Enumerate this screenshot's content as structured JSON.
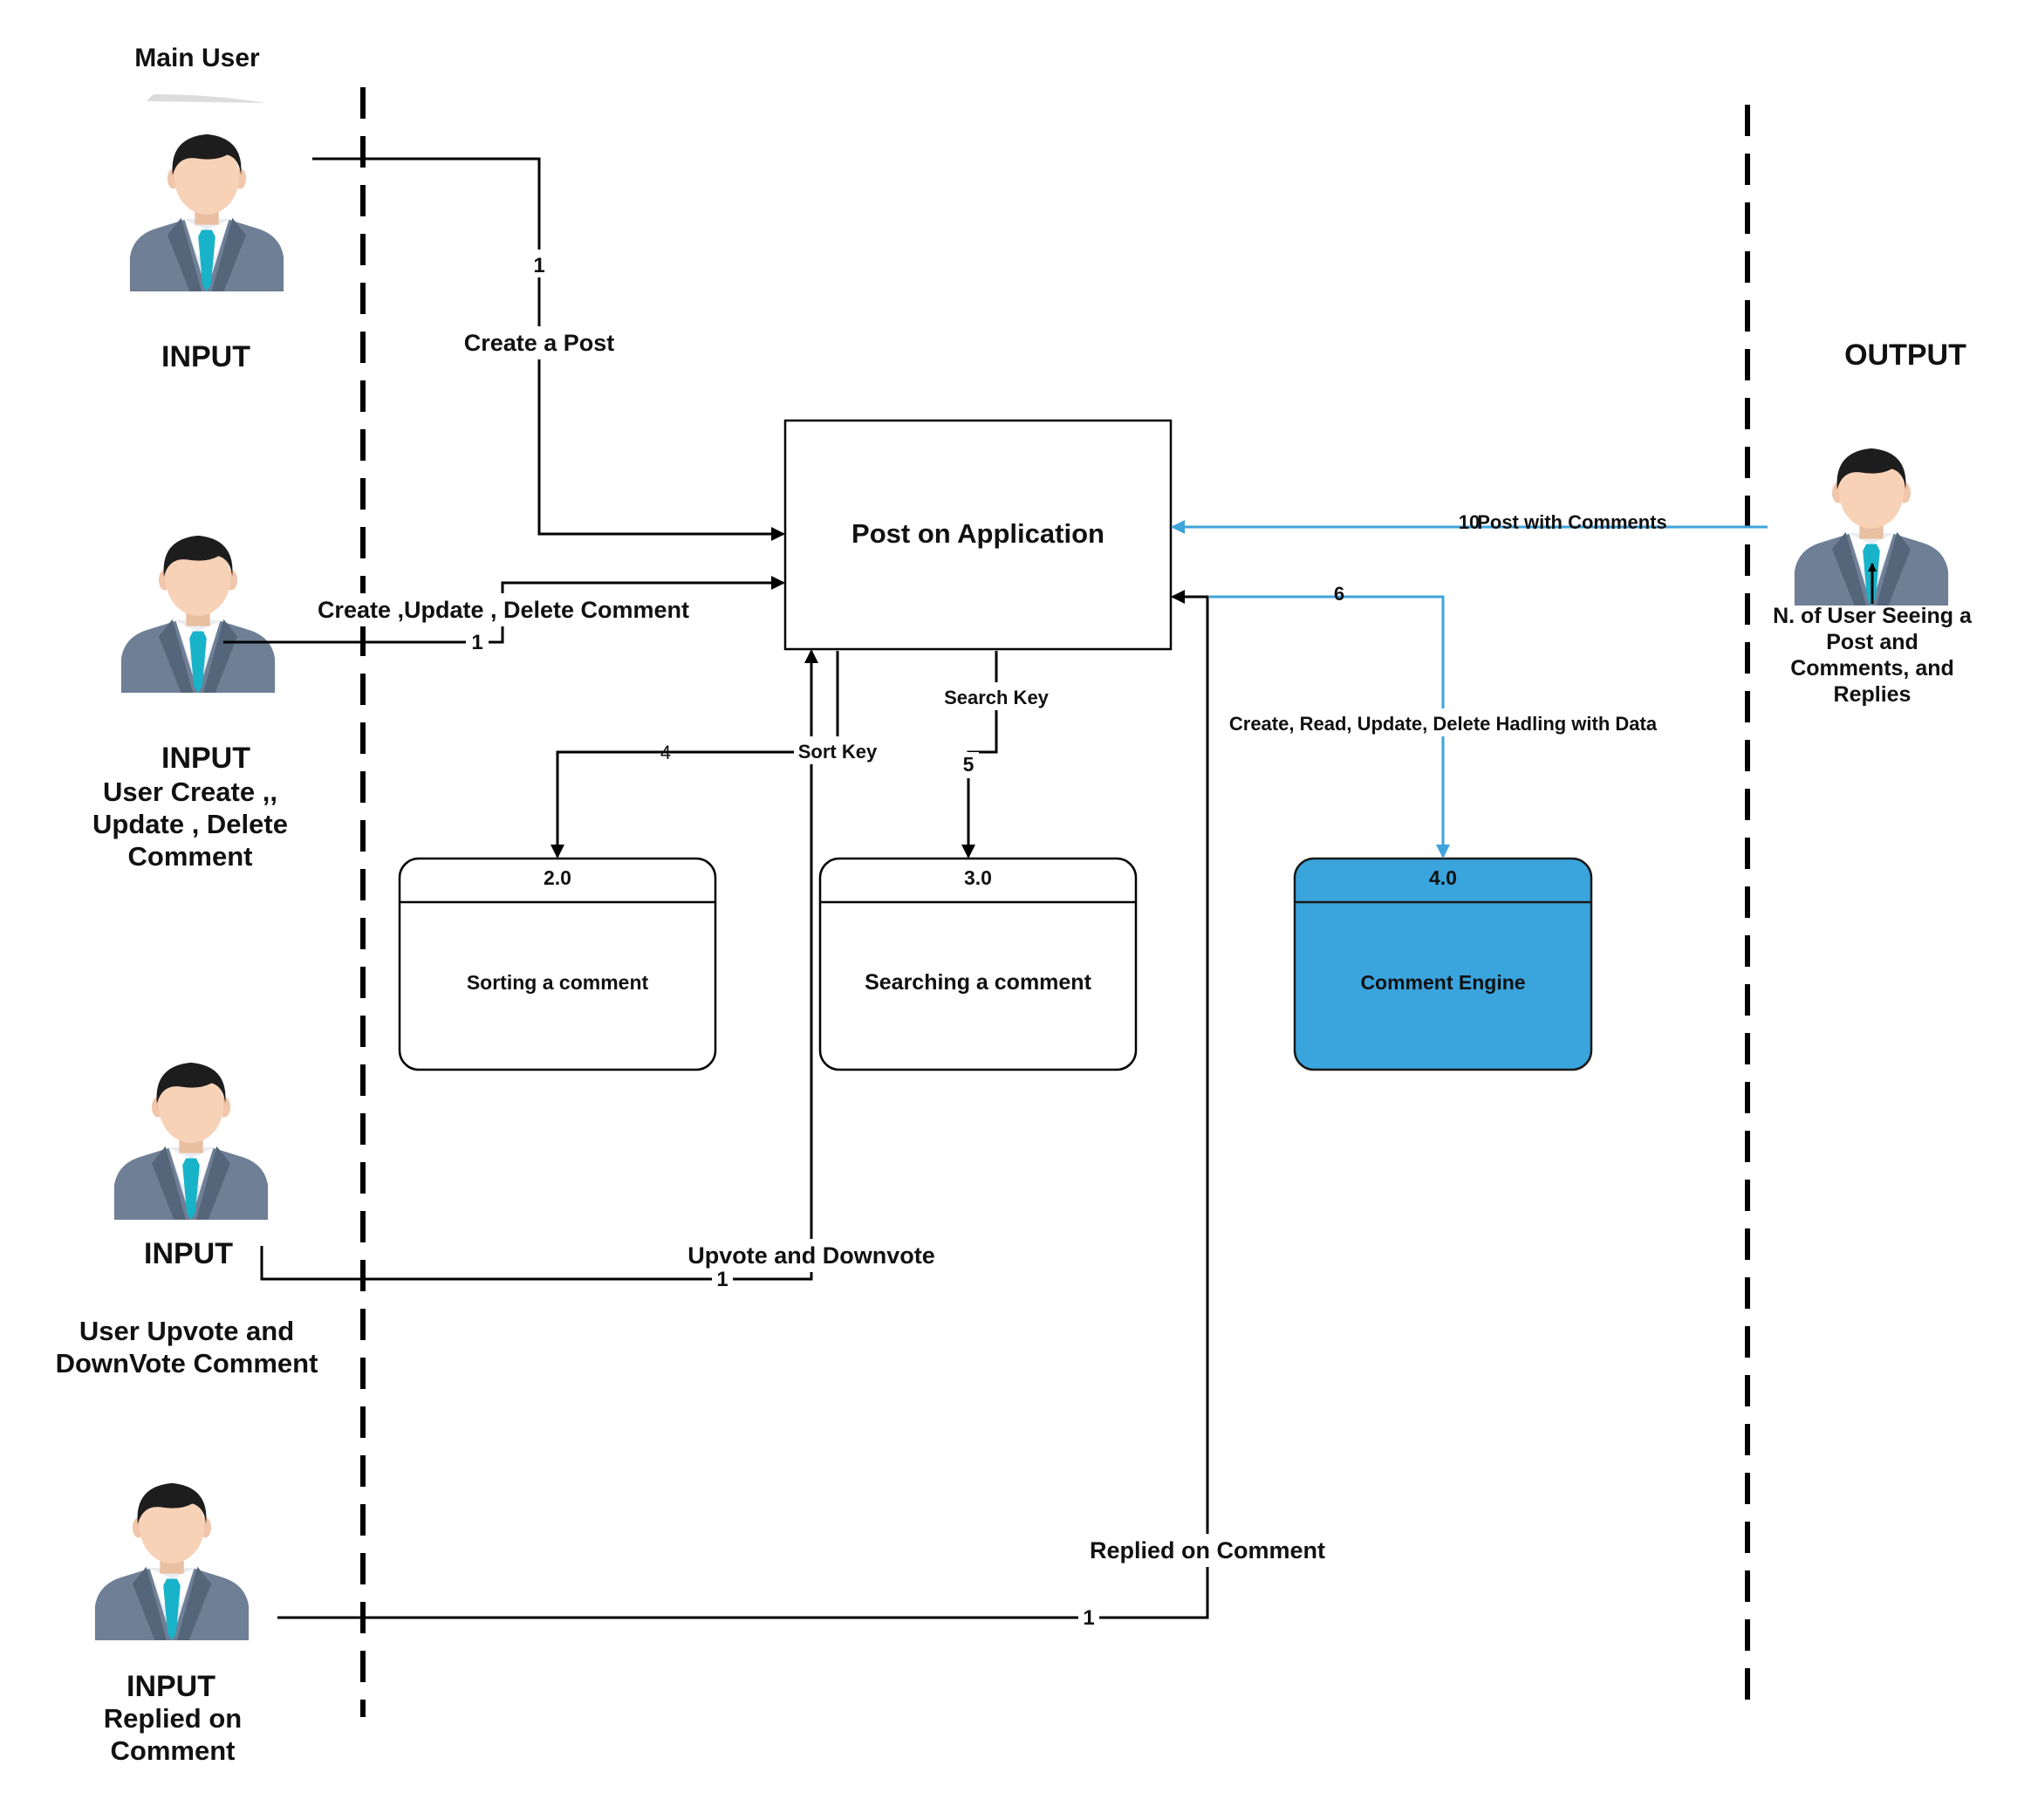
{
  "colors": {
    "line": "#000000",
    "accent_flow": "#3fa3dc",
    "engine_fill": "#3aa4dd",
    "person_suit": "#6e7f96",
    "person_tie": "#19b3c9",
    "person_skin": "#f8d2b7",
    "person_hair": "#1d1d1d"
  },
  "external_entities": {
    "main_user": {
      "title": "Main User",
      "role": "INPUT",
      "icon": "person-icon"
    },
    "comment_user": {
      "role": "INPUT",
      "desc_lines": [
        "User  Create ,,",
        "Update , Delete",
        "Comment"
      ],
      "icon": "person-icon"
    },
    "vote_user": {
      "role": "INPUT",
      "desc_lines": [
        "User Upvote and",
        "DownVote Comment"
      ],
      "icon": "person-icon"
    },
    "reply_user": {
      "role": "INPUT",
      "desc_lines": [
        "Replied on",
        "Comment"
      ],
      "icon": "person-icon"
    },
    "output_user": {
      "role": "OUTPUT",
      "desc_lines": [
        "N. of User Seeing a",
        "Post and",
        "Comments, and",
        "Replies"
      ],
      "icon": "person-icon"
    }
  },
  "central_process": {
    "label": "Post on Application"
  },
  "processes": [
    {
      "id": "2.0",
      "label": "Sorting a comment"
    },
    {
      "id": "3.0",
      "label": "Searching a comment"
    },
    {
      "id": "4.0",
      "label": "Comment Engine"
    }
  ],
  "flows": {
    "create_post": {
      "num": "1",
      "label": "Create a Post"
    },
    "crud_comment": {
      "num": "1",
      "label": "Create ,Update , Delete Comment"
    },
    "vote": {
      "num": "1",
      "label": "Upvote and Downvote"
    },
    "reply": {
      "num": "1",
      "label": "Replied on Comment"
    },
    "sort": {
      "num": "4",
      "label": "Sort Key"
    },
    "search": {
      "num": "5",
      "label": "Search Key"
    },
    "engine": {
      "num": "6",
      "label": "Create, Read, Update, Delete Hadling with Data"
    },
    "output": {
      "num": "10",
      "label": "Post with Comments"
    }
  }
}
